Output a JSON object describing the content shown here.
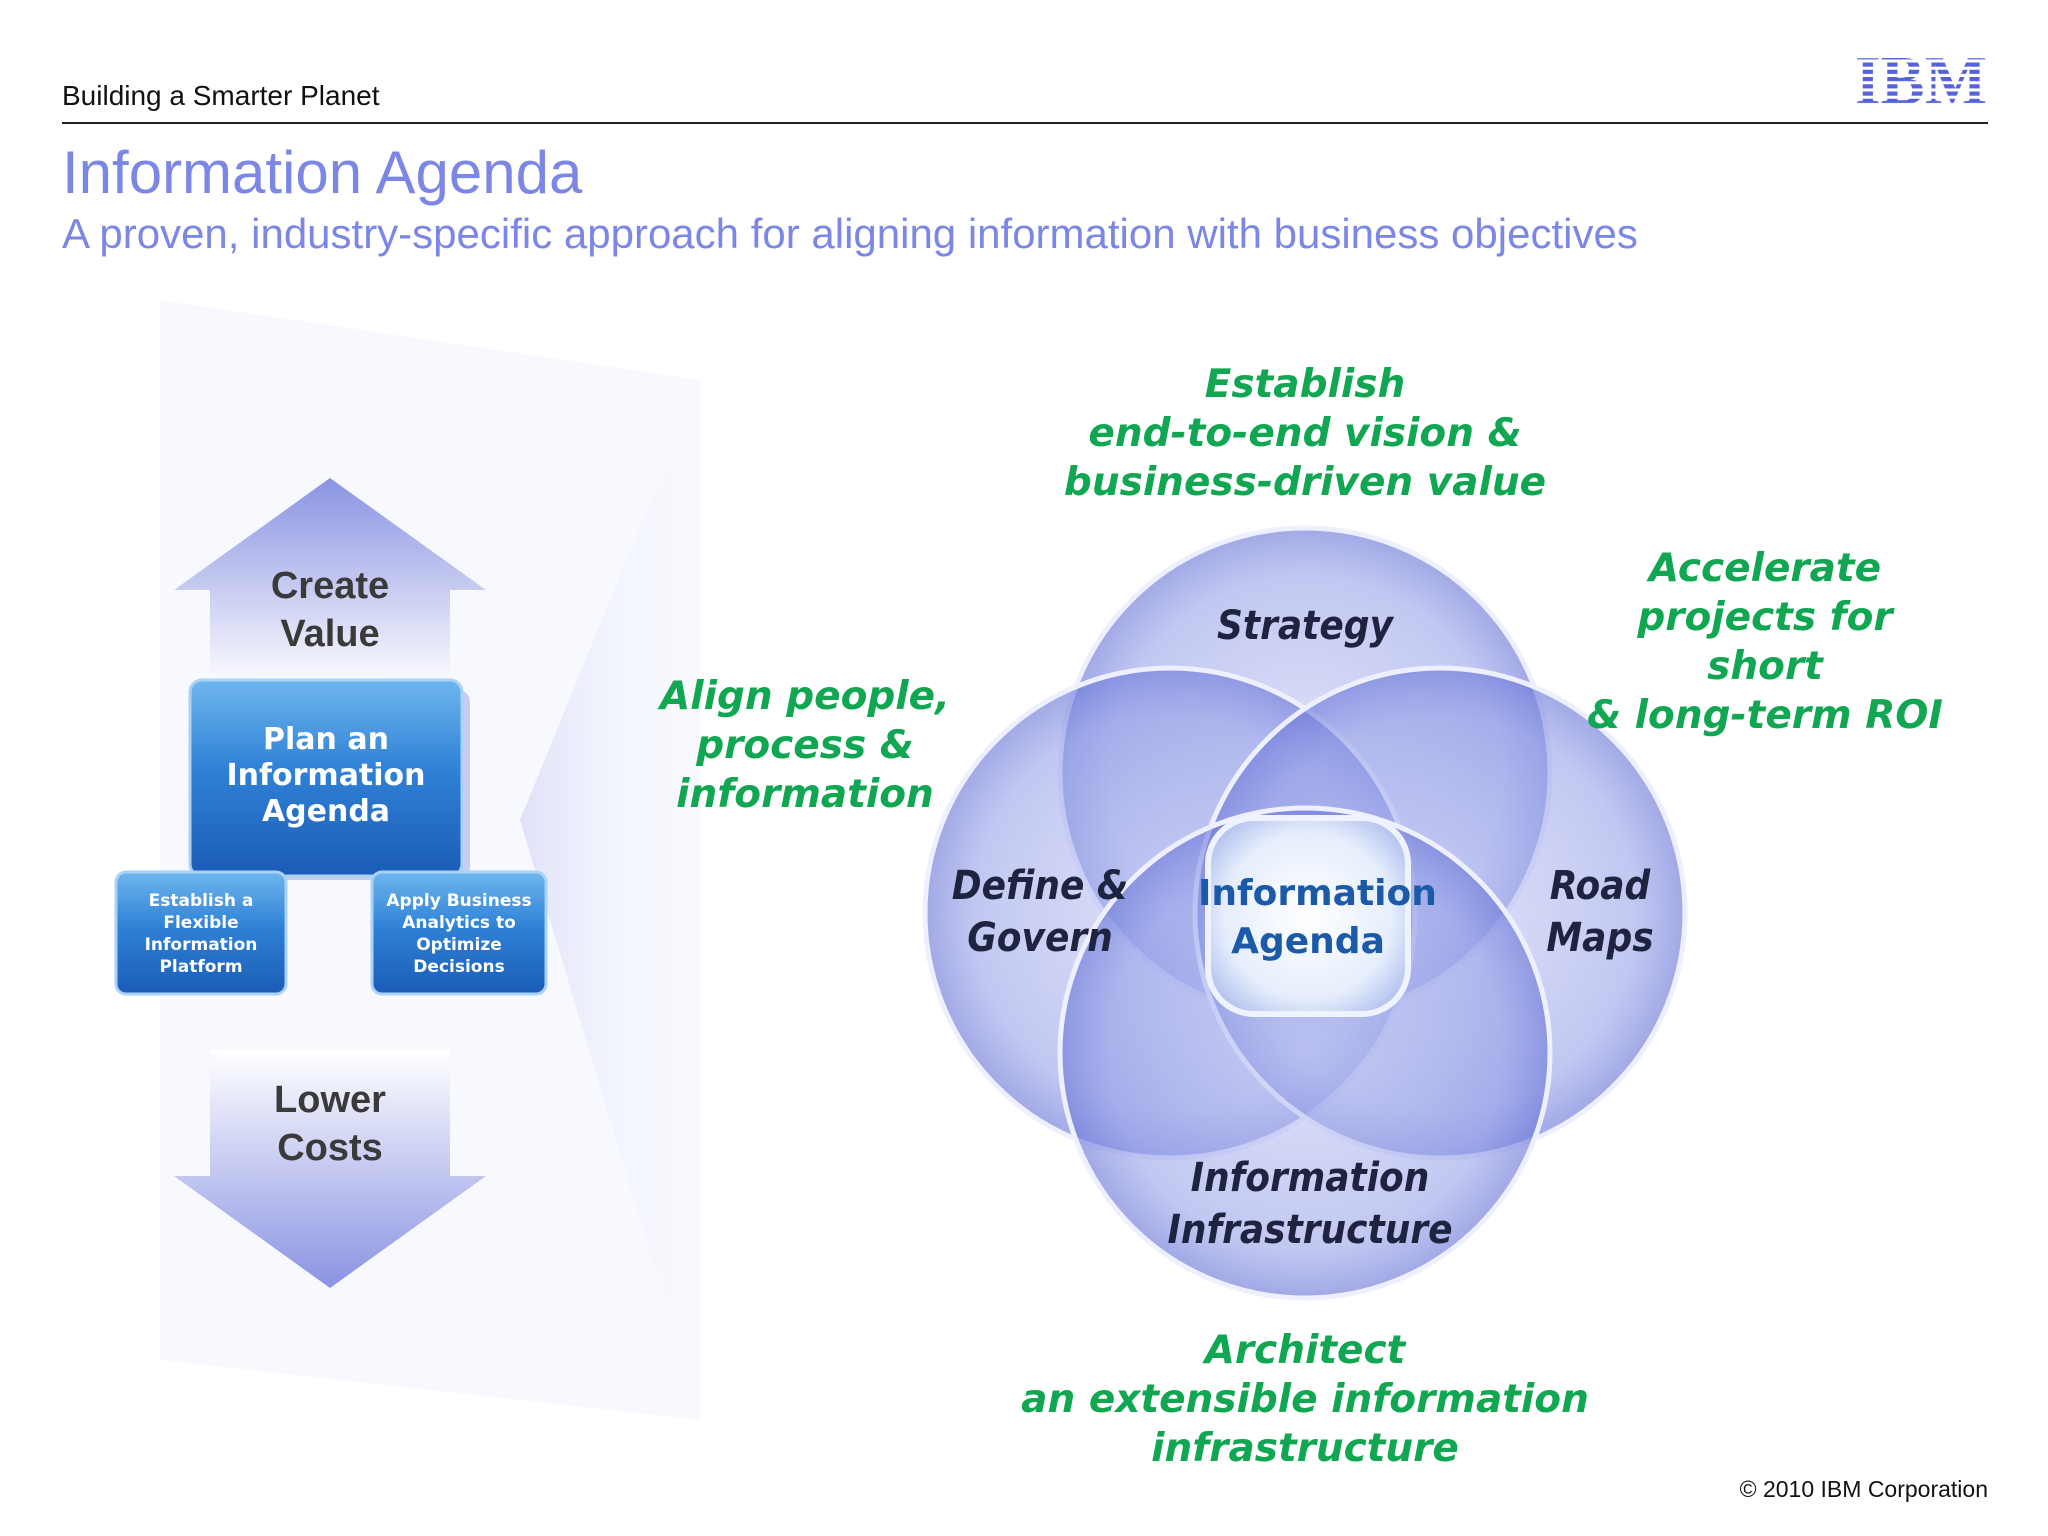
{
  "header": {
    "label": "Building a Smarter Planet",
    "logo_text": "IBM"
  },
  "title": "Information Agenda",
  "subtitle": "A proven, industry-specific approach for aligning information with business objectives",
  "left_panel": {
    "arrow_up_label": [
      "Create",
      "Value"
    ],
    "arrow_down_label": [
      "Lower",
      "Costs"
    ],
    "main_box": [
      "Plan an",
      "Information",
      "Agenda"
    ],
    "left_box": [
      "Establish a",
      "Flexible",
      "Information",
      "Platform"
    ],
    "right_box": [
      "Apply Business",
      "Analytics to",
      "Optimize",
      "Decisions"
    ]
  },
  "venn": {
    "top": "Strategy",
    "left": [
      "Define &",
      "Govern"
    ],
    "right": [
      "Road",
      "Maps"
    ],
    "bottom": [
      "Information",
      "Infrastructure"
    ],
    "center": [
      "Information",
      "Agenda"
    ]
  },
  "callouts": {
    "top": [
      "Establish",
      "end-to-end vision &",
      "business-driven value"
    ],
    "left": [
      "Align people,",
      "process &",
      "information"
    ],
    "right": [
      "Accelerate",
      "projects for",
      "short",
      "& long-term ROI"
    ],
    "bottom": [
      "Architect",
      "an extensible information",
      "infrastructure"
    ]
  },
  "colors": {
    "title": "#7b86e6",
    "callout": "#11a651",
    "ibm_blue": "#5563d8"
  },
  "footer": {
    "copyright": "© 2010 IBM Corporation"
  }
}
